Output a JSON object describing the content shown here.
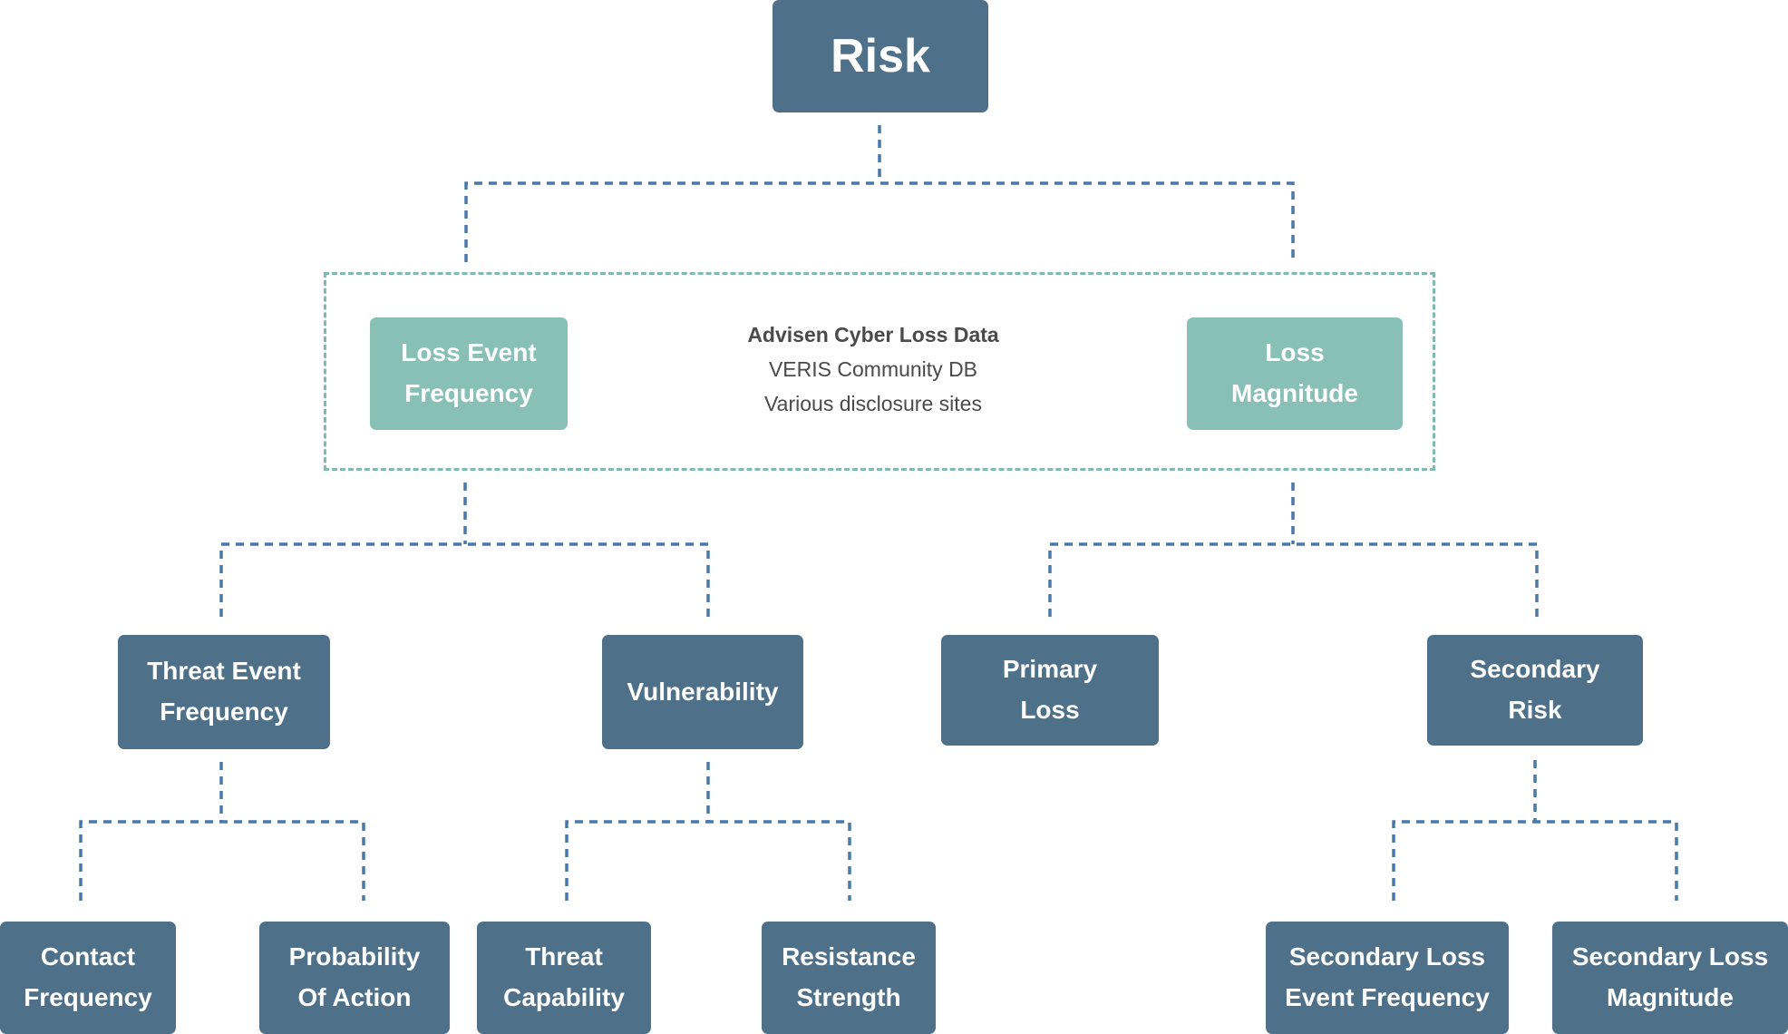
{
  "diagram": {
    "root": "Risk",
    "level1": {
      "left": "Loss Event\nFrequency",
      "right": "Loss\nMagnitude",
      "sources": [
        "Advisen Cyber Loss Data",
        "VERIS Community DB",
        "Various disclosure sites"
      ]
    },
    "level2": {
      "threat_event_frequency": "Threat Event\nFrequency",
      "vulnerability": "Vulnerability",
      "primary_loss": "Primary\nLoss",
      "secondary_risk": "Secondary\nRisk"
    },
    "level3": {
      "contact_frequency": "Contact\nFrequency",
      "probability_of_action": "Probability\nOf Action",
      "threat_capability": "Threat\nCapability",
      "resistance_strength": "Resistance\nStrength",
      "secondary_loss_event_frequency": "Secondary Loss\nEvent Frequency",
      "secondary_loss_magnitude": "Secondary Loss\nMagnitude"
    }
  },
  "colors": {
    "node_dark": "#4e7089",
    "node_teal": "#88bfb7",
    "connector": "#4a78a8",
    "group_border": "#7fbab1",
    "sources_text": "#4a4a4a"
  }
}
